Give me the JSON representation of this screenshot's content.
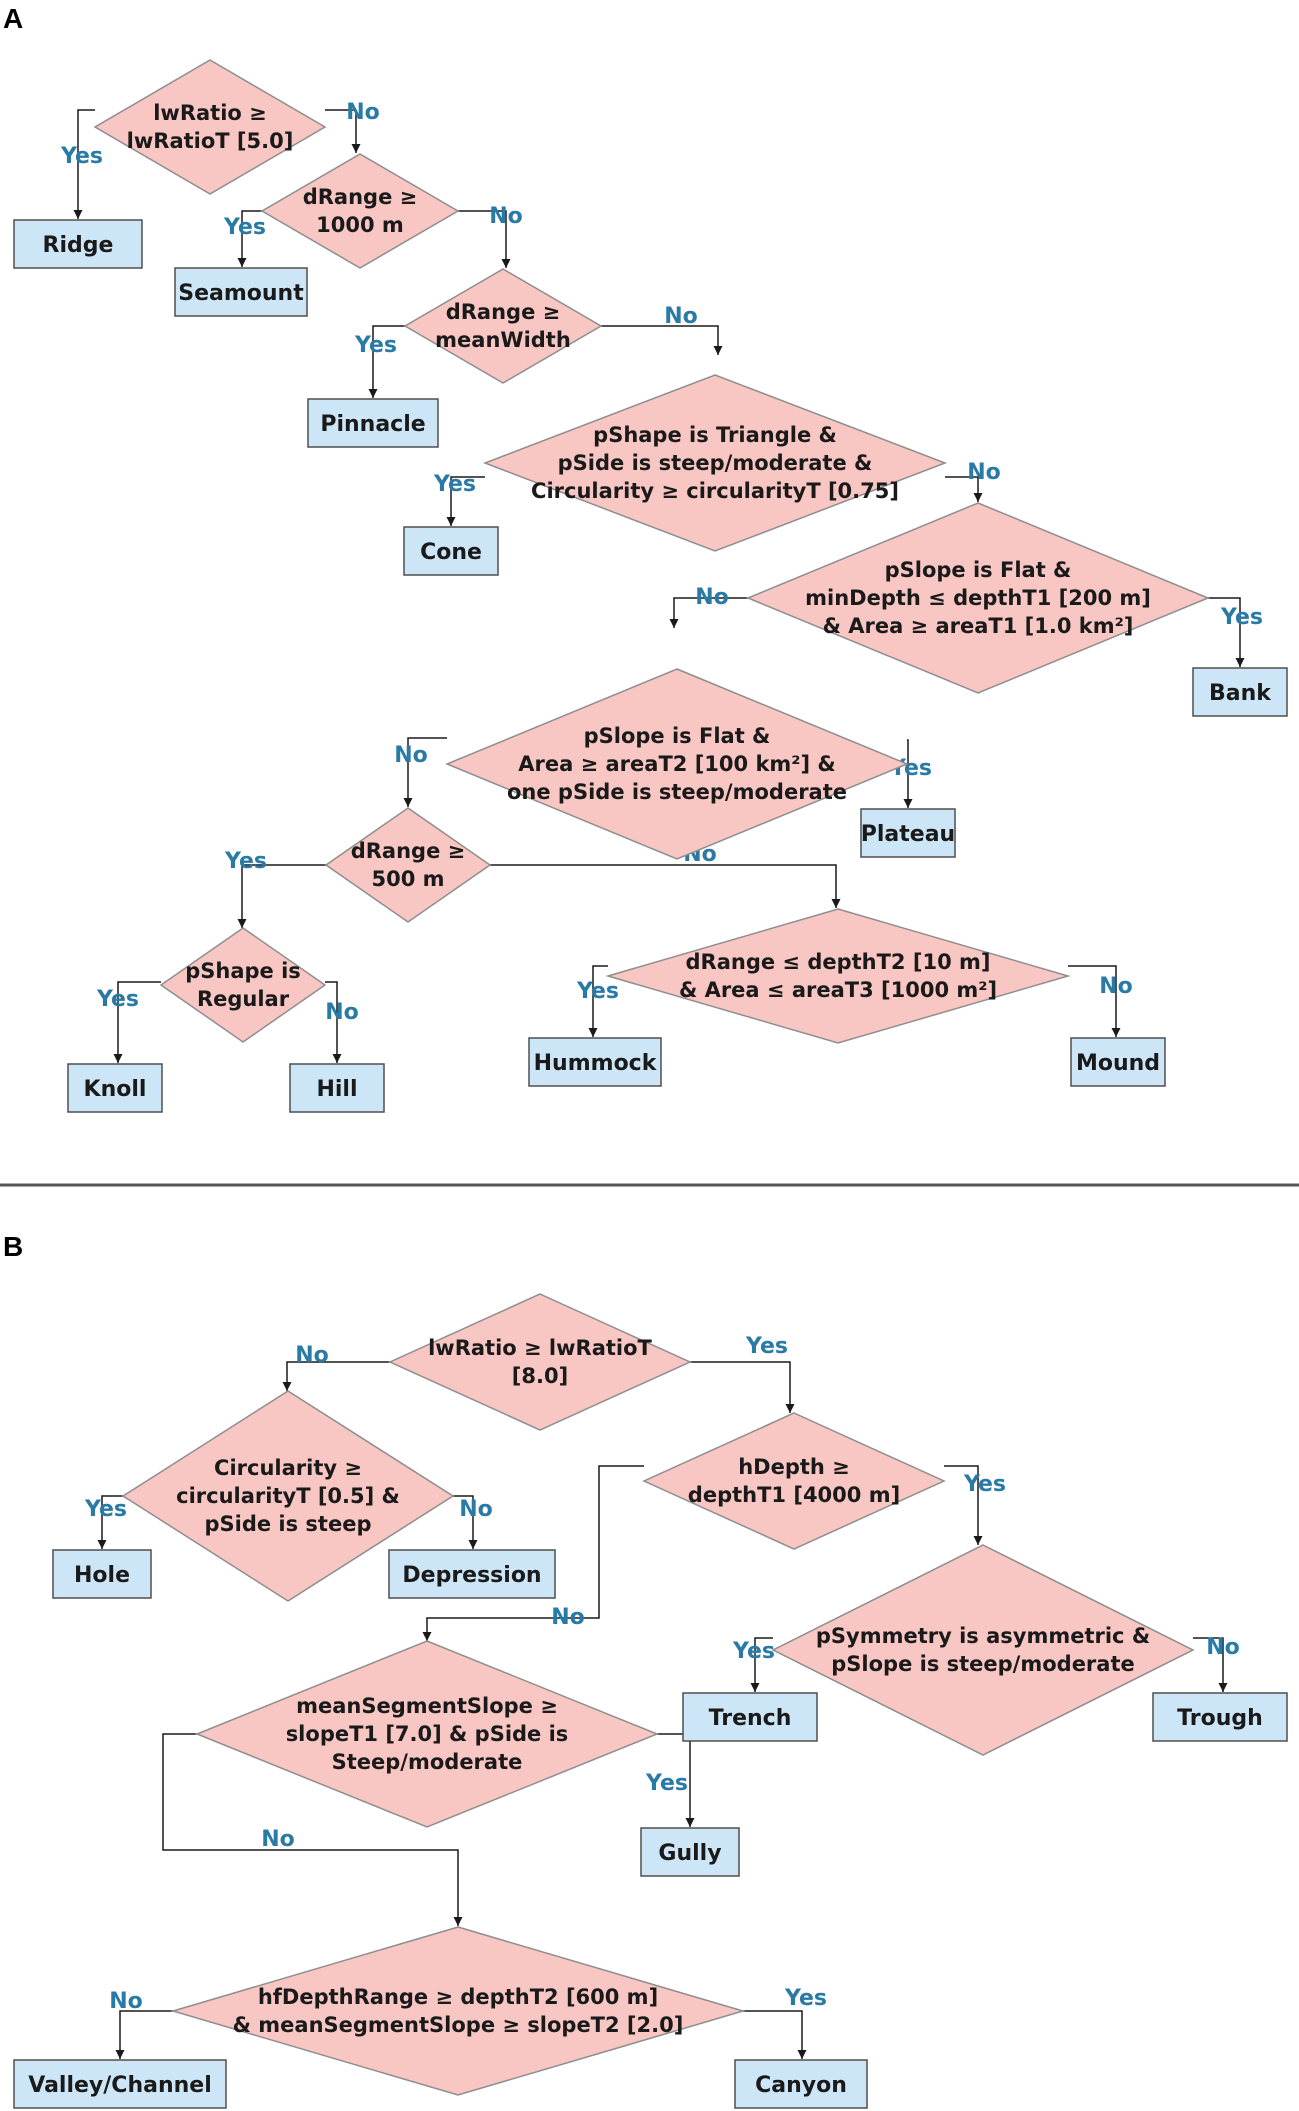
{
  "panels": {
    "a": {
      "label": "A",
      "decisions": {
        "lwratio": [
          "lwRatio ≥",
          "lwRatioT [5.0]"
        ],
        "drange1000": [
          "dRange ≥",
          "1000 m"
        ],
        "drange_meanwidth": [
          "dRange ≥",
          "meanWidth"
        ],
        "pshape_triangle": [
          "pShape is Triangle &",
          "pSide is steep/moderate &",
          "Circularity ≥ circularityT [0.75]"
        ],
        "pslope_flat_mindepth": [
          "pSlope is Flat &",
          "minDepth ≤ depthT1 [200 m]",
          "& Area ≥ areaT1 [1.0 km²]"
        ],
        "pslope_flat_area": [
          "pSlope is Flat &",
          "Area ≥ areaT2 [100 km²] &",
          "one pSide is steep/moderate"
        ],
        "drange500": [
          "dRange ≥",
          "500 m"
        ],
        "pshape_regular": [
          "pShape is",
          "Regular"
        ],
        "drange_depth": [
          "dRange ≤ depthT2 [10 m]",
          "& Area ≤ areaT3 [1000 m²]"
        ]
      },
      "outcomes": {
        "ridge": "Ridge",
        "seamount": "Seamount",
        "pinnacle": "Pinnacle",
        "cone": "Cone",
        "bank": "Bank",
        "plateau": "Plateau",
        "knoll": "Knoll",
        "hill": "Hill",
        "hummock": "Hummock",
        "mound": "Mound"
      }
    },
    "b": {
      "label": "B",
      "decisions": {
        "lwratio": [
          "lwRatio ≥ lwRatioT",
          "[8.0]"
        ],
        "circularity": [
          "Circularity ≥",
          "circularityT [0.5] &",
          "pSide is steep"
        ],
        "hdepth": [
          "hDepth ≥",
          "depthT1 [4000 m]"
        ],
        "psymmetry": [
          "pSymmetry is asymmetric &",
          "pSlope is steep/moderate"
        ],
        "segment_slope": [
          "meanSegmentSlope ≥",
          "slopeT1 [7.0] & pSide is",
          "Steep/moderate"
        ],
        "hf_depth_range": [
          "hfDepthRange ≥ depthT2 [600 m]",
          "& meanSegmentSlope ≥ slopeT2 [2.0]"
        ]
      },
      "outcomes": {
        "hole": "Hole",
        "depression": "Depression",
        "trench": "Trench",
        "trough": "Trough",
        "gully": "Gully",
        "valley_channel": "Valley/Channel",
        "canyon": "Canyon"
      }
    }
  },
  "edge_labels": {
    "yes": "Yes",
    "no": "No"
  },
  "colors": {
    "decision_fill": "#f8c6c3",
    "outcome_fill": "#cde6f7",
    "edge_label": "#2a7aa6"
  }
}
